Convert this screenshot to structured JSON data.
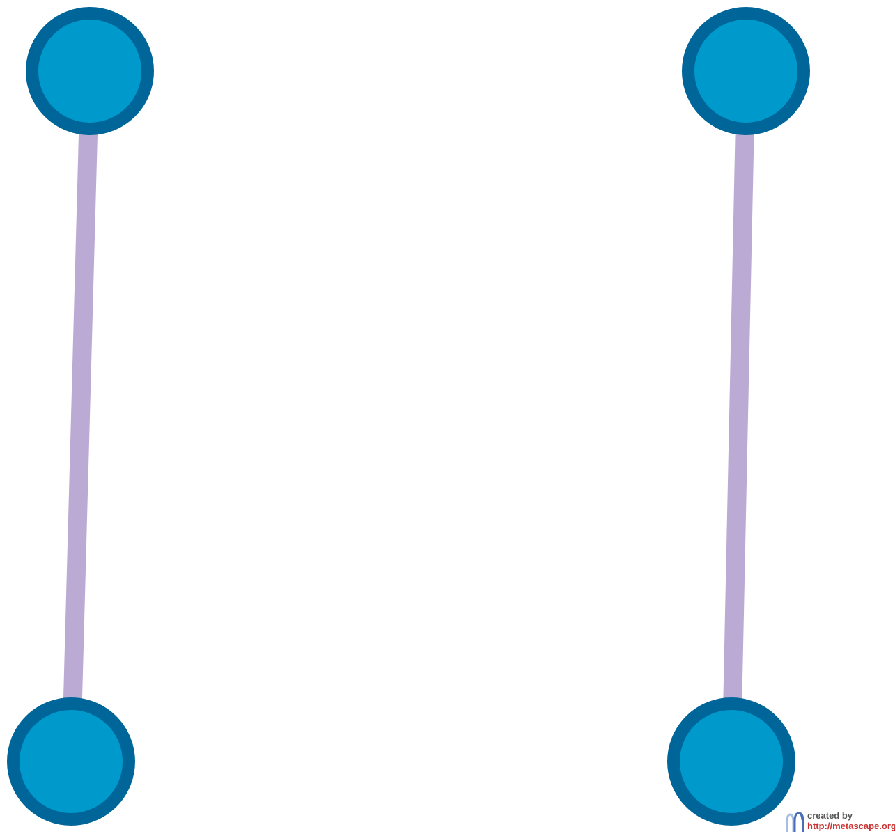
{
  "colors": {
    "background": "#ffffff",
    "node_fill": "#0099cc",
    "node_border": "#006699",
    "edge": "#bbaad3",
    "watermark_text": "#555555",
    "watermark_link": "#cc3333",
    "logo_light": "#a8bde0",
    "logo_dark": "#4a6fb8"
  },
  "network": {
    "nodes": [
      {
        "id": "n1"
      },
      {
        "id": "n2"
      },
      {
        "id": "n3"
      },
      {
        "id": "n4"
      }
    ],
    "edges": [
      {
        "source": "n1",
        "target": "n3"
      },
      {
        "source": "n2",
        "target": "n4"
      }
    ]
  },
  "watermark": {
    "created_by": "created by",
    "url": "http://metascape.org",
    "logo_icon": "metascape-logo-icon"
  }
}
